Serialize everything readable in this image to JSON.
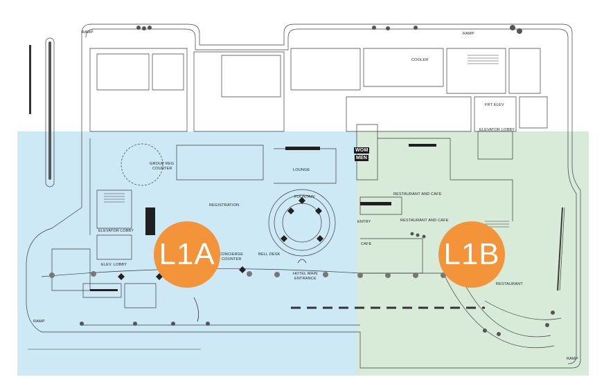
{
  "zones": [
    {
      "label": "L1A",
      "tint": "#cde9f6",
      "badge_color": "#f3943a"
    },
    {
      "label": "L1B",
      "tint": "#d7ebd8",
      "badge_color": "#f3943a"
    }
  ],
  "rooms": {
    "cooler": "COOLER",
    "frt_elev": "FRT ELEV",
    "elevator_lobby_east": "ELEVATOR LOBBY",
    "group_reg_counter_1": "GROUP REG",
    "group_reg_counter_2": "COUNTER",
    "lounge": "LOUNGE",
    "registration": "REGISTRATION",
    "fountain": "FOUNTAIN",
    "wom": "WOM",
    "men": "MEN",
    "restaurant_cafe_1": "RESTAURANT AND CAFE",
    "restaurant_cafe_2": "RESTAURANT AND CAFE",
    "entry": "ENTRY",
    "cafe": "CAFE",
    "elevator_lobby_west": "ELEVATOR LOBBY",
    "elev_lobby": "ELEV. LOBBY",
    "concierge_1": "CONCIERGE",
    "concierge_2": "COUNTER",
    "bell_desk": "BELL DESK",
    "hotel_main_1": "HOTEL MAIN",
    "hotel_main_2": "ENTRANCE",
    "restaurant": "RESTAURANT",
    "ramp_nw": "RAMP",
    "ramp_ne": "RAMP",
    "ramp_sw": "RAMP",
    "ramp_se": "RAMP"
  },
  "colors": {
    "line": "#3a3a3a",
    "wall": "#1f1f1f",
    "plant": "#555555"
  }
}
